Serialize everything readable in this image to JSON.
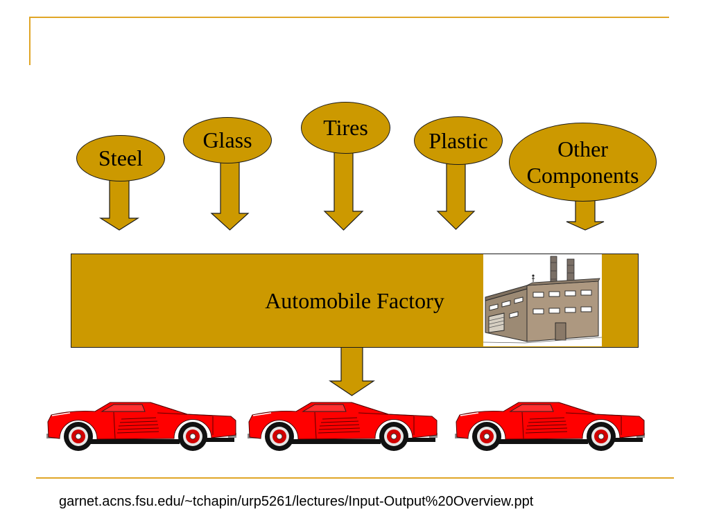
{
  "colors": {
    "accent_rule": "#E0A526",
    "shape_fill": "#CC9900",
    "shape_outline": "#1A1A1A",
    "car_body": "#FF0000"
  },
  "inputs": [
    {
      "label": "Steel"
    },
    {
      "label": "Glass"
    },
    {
      "label": "Tires"
    },
    {
      "label": "Plastic"
    },
    {
      "label": "Other Components"
    }
  ],
  "factory": {
    "label": "Automobile Factory",
    "icon": "factory-icon"
  },
  "outputs": {
    "icon": "car-icon"
  },
  "footer": {
    "source": "garnet.acns.fsu.edu/~tchapin/urp5261/lectures/Input-Output%20Overview.ppt"
  }
}
